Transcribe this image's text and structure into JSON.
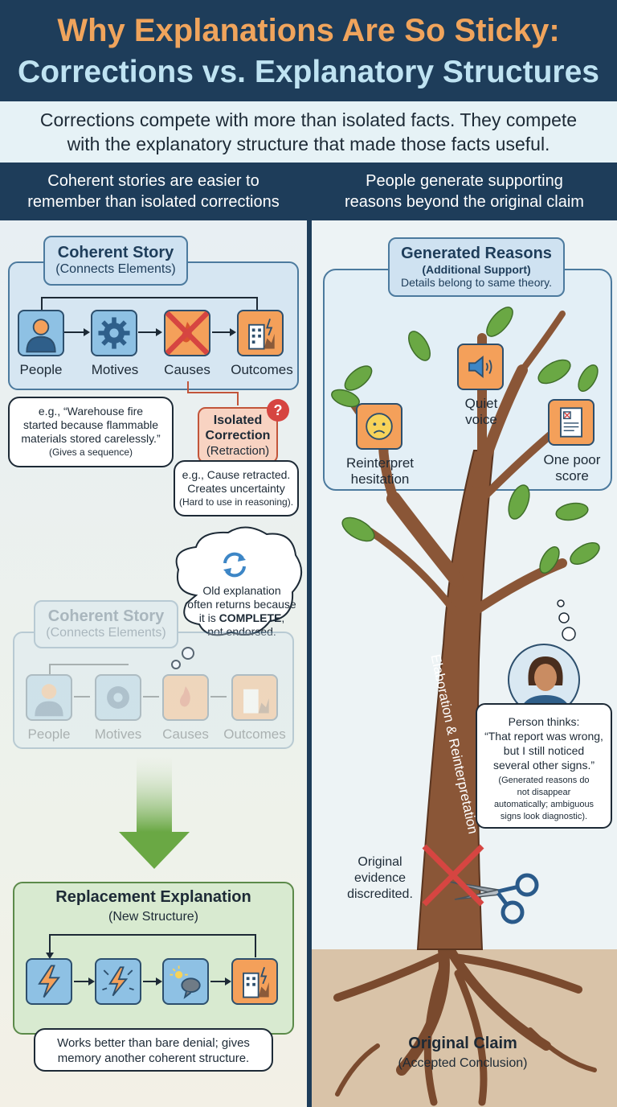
{
  "header": {
    "title_line1": "Why Explanations Are So Sticky:",
    "title_line2": "Corrections vs. Explanatory Structures"
  },
  "subtitle": {
    "line1": "Corrections compete with more than isolated facts. They compete",
    "line2": "with the explanatory structure that made those facts useful."
  },
  "left_column": {
    "header_line1": "Coherent stories are easier to",
    "header_line2": "remember than isolated corrections",
    "coherent_story": {
      "title": "Coherent Story",
      "subtitle": "(Connects Elements)",
      "steps": [
        "People",
        "Motives",
        "Causes",
        "Outcomes"
      ],
      "example_line1": "e.g., “Warehouse fire",
      "example_line2": "started because flammable",
      "example_line3": "materials stored carelessly.”",
      "example_note": "(Gives a sequence)"
    },
    "isolated_correction": {
      "title_line1": "Isolated",
      "title_line2": "Correction",
      "subtitle": "(Retraction)",
      "badge": "?",
      "example_line1": "e.g., Cause retracted.",
      "example_line2": "Creates uncertainty",
      "example_note": "(Hard to use in reasoning)."
    },
    "thought_cloud": {
      "line1": "Old explanation",
      "line2": "often returns because",
      "line3_prefix": "it is ",
      "line3_emphasis": "COMPLETE",
      "line3_suffix": ",",
      "line4": "not endorsed."
    },
    "faded_story": {
      "title": "Coherent Story",
      "subtitle": "(Connects Elements)",
      "steps": [
        "People",
        "Motives",
        "Causes",
        "Outcomes"
      ]
    },
    "replacement": {
      "title": "Replacement Explanation",
      "subtitle": "(New Structure)",
      "note_line1": "Works better than bare denial; gives",
      "note_line2": "memory another coherent structure."
    }
  },
  "right_column": {
    "header_line1": "People generate supporting",
    "header_line2": "reasons beyond the original claim",
    "generated_reasons": {
      "title": "Generated Reasons",
      "subtitle": "(Additional Support)",
      "detail": "Details belong to same theory.",
      "items": [
        {
          "line1": "Reinterpret",
          "line2": "hesitation"
        },
        {
          "line1": "Quiet",
          "line2": "voice"
        },
        {
          "line1": "One poor",
          "line2": "score"
        }
      ]
    },
    "trunk_label": "Elaboration & Reinterpretation",
    "person_thought": {
      "line1": "Person thinks:",
      "line2": "“That report was wrong,",
      "line3": "but I still noticed",
      "line4": "several other signs.”",
      "note_line1": "(Generated reasons do",
      "note_line2": "not disappear",
      "note_line3": "automatically; ambiguous",
      "note_line4": "signs look diagnostic)."
    },
    "evidence": {
      "line1": "Original",
      "line2": "evidence",
      "line3": "discredited."
    },
    "original_claim": {
      "title": "Original Claim",
      "subtitle": "(Accepted Conclusion)"
    }
  },
  "colors": {
    "navy": "#1e3d5a",
    "title_orange": "#f0a45c",
    "title_blue": "#bfe3f2",
    "icon_blue": "#8ec1e4",
    "icon_orange": "#f4a05a",
    "cross_red": "#d64541",
    "tree_brown": "#7a4a2e",
    "leaf_green": "#6aa844"
  }
}
